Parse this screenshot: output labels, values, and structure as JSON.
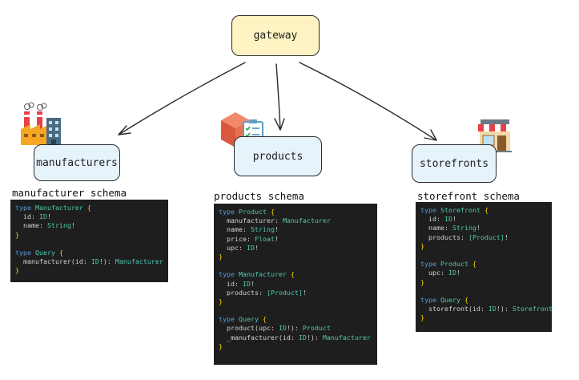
{
  "nodes": {
    "gateway": "gateway",
    "manufacturers": "manufacturers",
    "products": "products",
    "storefronts": "storefronts"
  },
  "schemas": {
    "manufacturer": {
      "title": "manufacturer schema",
      "lines": [
        [
          [
            "type ",
            "kw"
          ],
          [
            "Manufacturer ",
            "ty"
          ],
          [
            "{",
            "br"
          ]
        ],
        [
          [
            "  id: ",
            "fld"
          ],
          [
            "ID",
            "ty"
          ],
          [
            "!",
            "pun"
          ]
        ],
        [
          [
            "  name: ",
            "fld"
          ],
          [
            "String",
            "ty"
          ],
          [
            "!",
            "pun"
          ]
        ],
        [
          [
            "}",
            "br"
          ]
        ],
        [],
        [
          [
            "type ",
            "kw"
          ],
          [
            "Query ",
            "ty"
          ],
          [
            "{",
            "br"
          ]
        ],
        [
          [
            "  manufacturer(id: ",
            "fld"
          ],
          [
            "ID",
            "ty"
          ],
          [
            "!): ",
            "pun"
          ],
          [
            "Manufacturer",
            "ty"
          ]
        ],
        [
          [
            "}",
            "br"
          ]
        ]
      ]
    },
    "products": {
      "title": "products schema",
      "lines": [
        [
          [
            "type ",
            "kw"
          ],
          [
            "Product ",
            "ty"
          ],
          [
            "{",
            "br"
          ]
        ],
        [
          [
            "  manufacturer: ",
            "fld"
          ],
          [
            "Manufacturer",
            "ty"
          ]
        ],
        [
          [
            "  name: ",
            "fld"
          ],
          [
            "String",
            "ty"
          ],
          [
            "!",
            "pun"
          ]
        ],
        [
          [
            "  price: ",
            "fld"
          ],
          [
            "Float",
            "ty"
          ],
          [
            "!",
            "pun"
          ]
        ],
        [
          [
            "  upc: ",
            "fld"
          ],
          [
            "ID",
            "ty"
          ],
          [
            "!",
            "pun"
          ]
        ],
        [
          [
            "}",
            "br"
          ]
        ],
        [],
        [
          [
            "type ",
            "kw"
          ],
          [
            "Manufacturer ",
            "ty"
          ],
          [
            "{",
            "br"
          ]
        ],
        [
          [
            "  id: ",
            "fld"
          ],
          [
            "ID",
            "ty"
          ],
          [
            "!",
            "pun"
          ]
        ],
        [
          [
            "  products: ",
            "fld"
          ],
          [
            "[Product]",
            "ty"
          ],
          [
            "!",
            "pun"
          ]
        ],
        [
          [
            "}",
            "br"
          ]
        ],
        [],
        [
          [
            "type ",
            "kw"
          ],
          [
            "Query ",
            "ty"
          ],
          [
            "{",
            "br"
          ]
        ],
        [
          [
            "  product(upc: ",
            "fld"
          ],
          [
            "ID",
            "ty"
          ],
          [
            "!): ",
            "pun"
          ],
          [
            "Product",
            "ty"
          ]
        ],
        [
          [
            "  _manufacturer(id: ",
            "fld"
          ],
          [
            "ID",
            "ty"
          ],
          [
            "!): ",
            "pun"
          ],
          [
            "Manufacturer",
            "ty"
          ]
        ],
        [
          [
            "}",
            "br"
          ]
        ]
      ]
    },
    "storefront": {
      "title": "storefront schema",
      "lines": [
        [
          [
            "type ",
            "kw"
          ],
          [
            "Storefront ",
            "ty"
          ],
          [
            "{",
            "br"
          ]
        ],
        [
          [
            "  id: ",
            "fld"
          ],
          [
            "ID",
            "ty"
          ],
          [
            "!",
            "pun"
          ]
        ],
        [
          [
            "  name: ",
            "fld"
          ],
          [
            "String",
            "ty"
          ],
          [
            "!",
            "pun"
          ]
        ],
        [
          [
            "  products: ",
            "fld"
          ],
          [
            "[Product]",
            "ty"
          ],
          [
            "!",
            "pun"
          ]
        ],
        [
          [
            "}",
            "br"
          ]
        ],
        [],
        [
          [
            "type ",
            "kw"
          ],
          [
            "Product ",
            "ty"
          ],
          [
            "{",
            "br"
          ]
        ],
        [
          [
            "  upc: ",
            "fld"
          ],
          [
            "ID",
            "ty"
          ],
          [
            "!",
            "pun"
          ]
        ],
        [
          [
            "}",
            "br"
          ]
        ],
        [],
        [
          [
            "type ",
            "kw"
          ],
          [
            "Query ",
            "ty"
          ],
          [
            "{",
            "br"
          ]
        ],
        [
          [
            "  storefront(id: ",
            "fld"
          ],
          [
            "ID",
            "ty"
          ],
          [
            "!): ",
            "pun"
          ],
          [
            "Storefront",
            "ty"
          ]
        ],
        [
          [
            "}",
            "br"
          ]
        ]
      ]
    }
  },
  "icons": {
    "manufacturers": "factory-icon",
    "products": "package-checklist-icon",
    "storefronts": "storefront-icon"
  },
  "colors": {
    "gateway_fill": "#fff3c4",
    "service_fill": "#e6f3fa",
    "code_bg": "#1e1e1e"
  }
}
